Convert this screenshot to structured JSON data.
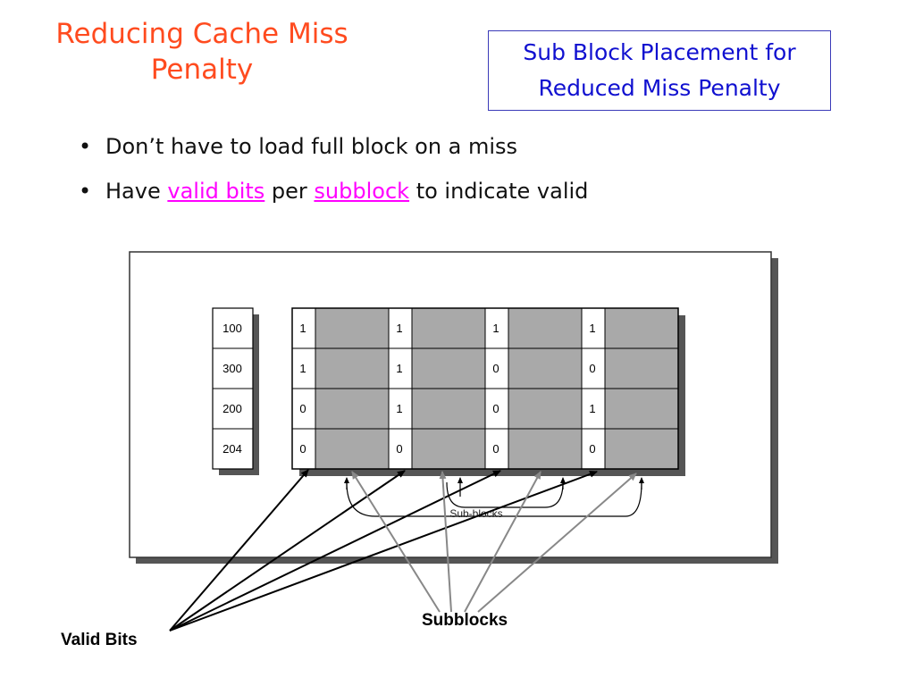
{
  "slide": {
    "title": "Reducing Cache Miss Penalty",
    "subtitle": "Sub Block Placement for Reduced Miss Penalty",
    "bullets": [
      {
        "parts": [
          "Don’t have to load full block on a miss"
        ]
      },
      {
        "parts": [
          "Have ",
          "valid bits",
          " per ",
          "subblock",
          " to indicate valid"
        ]
      }
    ],
    "highlight_color": "#ff00ff",
    "title_color": "#ff4b1f",
    "subtitle_color": "#1010d0"
  },
  "diagram": {
    "tags": [
      "100",
      "300",
      "200",
      "204"
    ],
    "valid_bits": [
      [
        "1",
        "1",
        "1",
        "1"
      ],
      [
        "1",
        "1",
        "0",
        "0"
      ],
      [
        "0",
        "1",
        "0",
        "1"
      ],
      [
        "0",
        "0",
        "0",
        "0"
      ]
    ],
    "inner_label": "Sub-blocks",
    "callout_valid_bits": "Valid Bits",
    "callout_subblocks": "Subblocks"
  }
}
